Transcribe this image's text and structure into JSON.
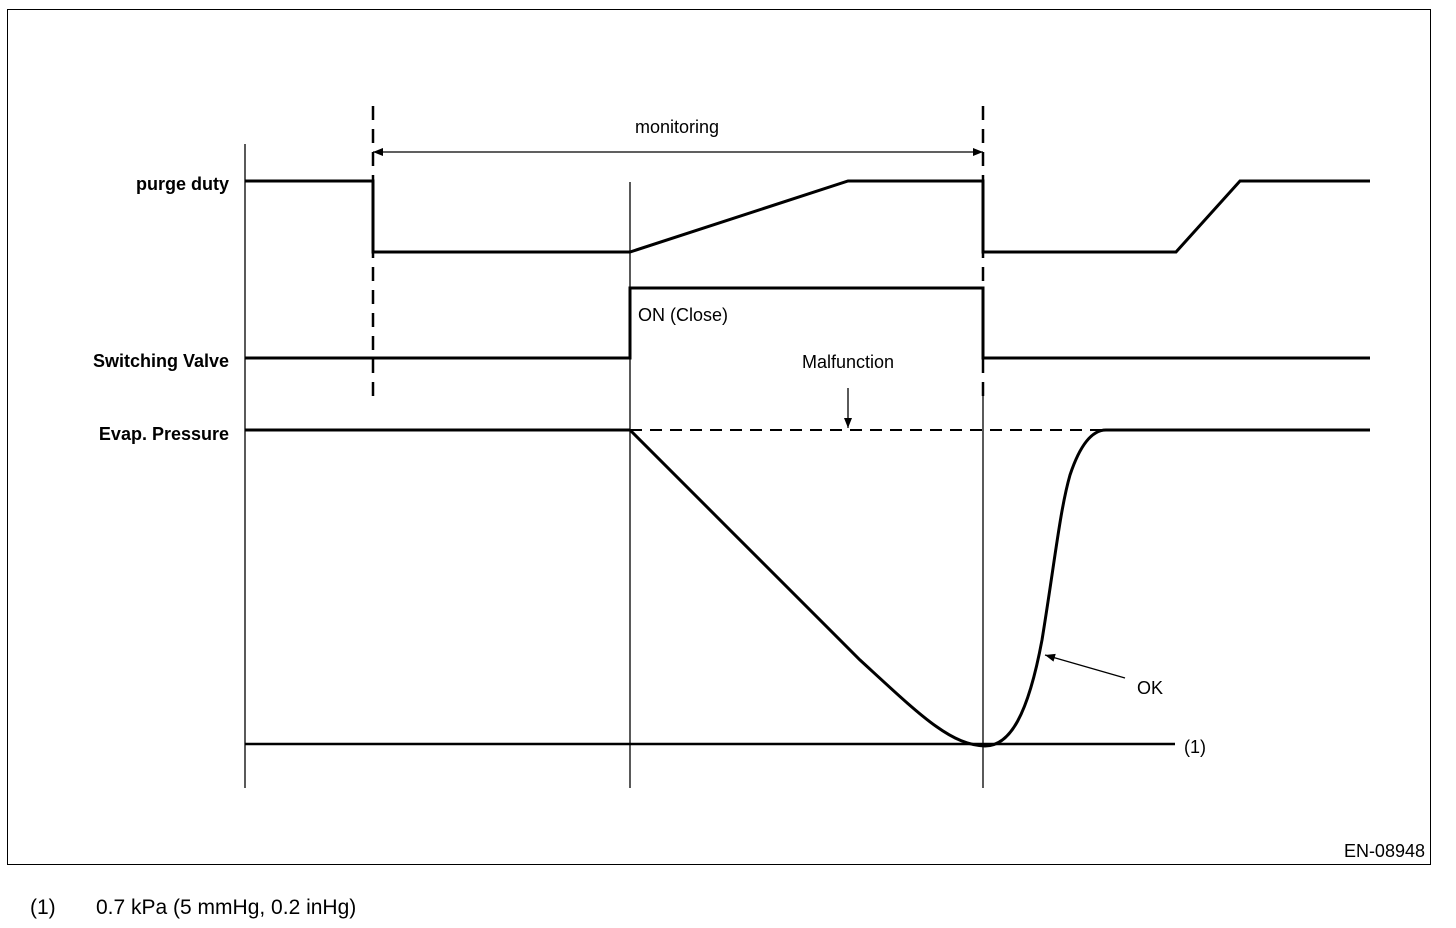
{
  "signals": {
    "purge_duty": "purge duty",
    "switching_valve": "Switching Valve",
    "evap_pressure": "Evap. Pressure"
  },
  "annotations": {
    "monitoring": "monitoring",
    "on_close": "ON (Close)",
    "malfunction": "Malfunction",
    "ok": "OK",
    "threshold_ref": "(1)"
  },
  "figure_id": "EN-08948",
  "footnote": {
    "number": "(1)",
    "text": "0.7 kPa (5 mmHg, 0.2 inHg)"
  }
}
